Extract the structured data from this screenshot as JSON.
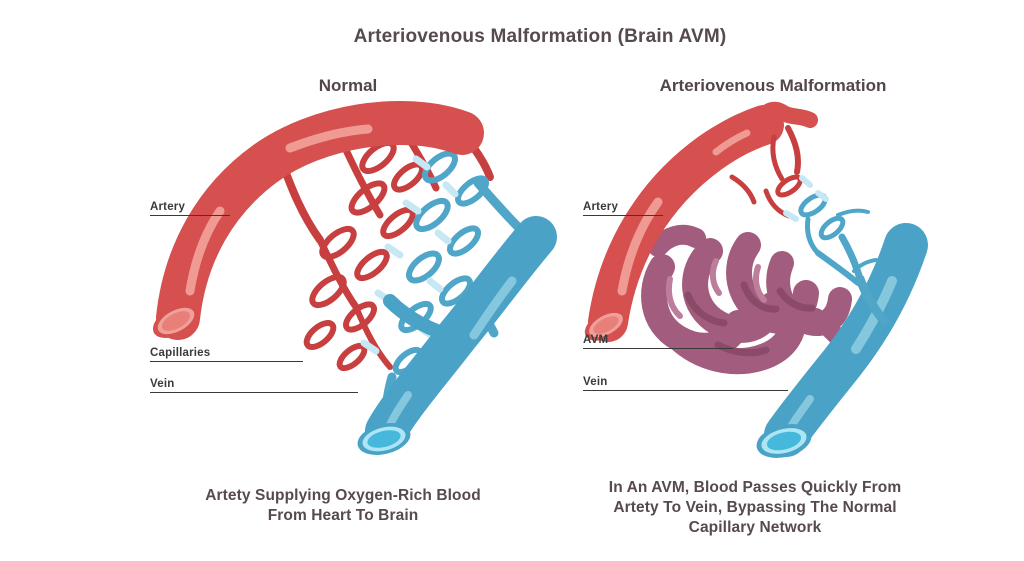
{
  "title": "Arteriovenous Malformation (Brain AVM)",
  "panels": {
    "normal": {
      "subtitle": "Normal",
      "labels": {
        "artery": "Artery",
        "capillaries": "Capillaries",
        "vein": "Vein"
      },
      "caption_lines": [
        "Artety Supplying Oxygen-Rich Blood",
        "From Heart To Brain"
      ]
    },
    "avm": {
      "subtitle": "Arteriovenous Malformation",
      "labels": {
        "artery": "Artery",
        "avm": "AVM",
        "vein": "Vein"
      },
      "caption_lines": [
        "In An AVM, Blood Passes Quickly From",
        "Artety To Vein, Bypassing The Normal",
        "Capillary Network"
      ]
    }
  },
  "colors": {
    "artery_red": "#d5504e",
    "artery_branch_red": "#c83f3f",
    "artery_highlight": "#ef9a93",
    "artery_cut_ring": "#f0a09a",
    "artery_lumen": "#e87f79",
    "vein_blue": "#4aa2c6",
    "vein_thin_blue": "#4fa6c9",
    "vein_highlight": "#85c7dd",
    "vein_cut_ring": "#ace6f4",
    "vein_lumen": "#45b8dc",
    "capillary_pale": "#c6e8f4",
    "avm_purple": "#a25c7d",
    "avm_dark": "#8a4a68",
    "avm_light": "#bd7e9b",
    "text_color": "#564a4c",
    "label_color": "#3a3a3a",
    "background": "#ffffff"
  }
}
